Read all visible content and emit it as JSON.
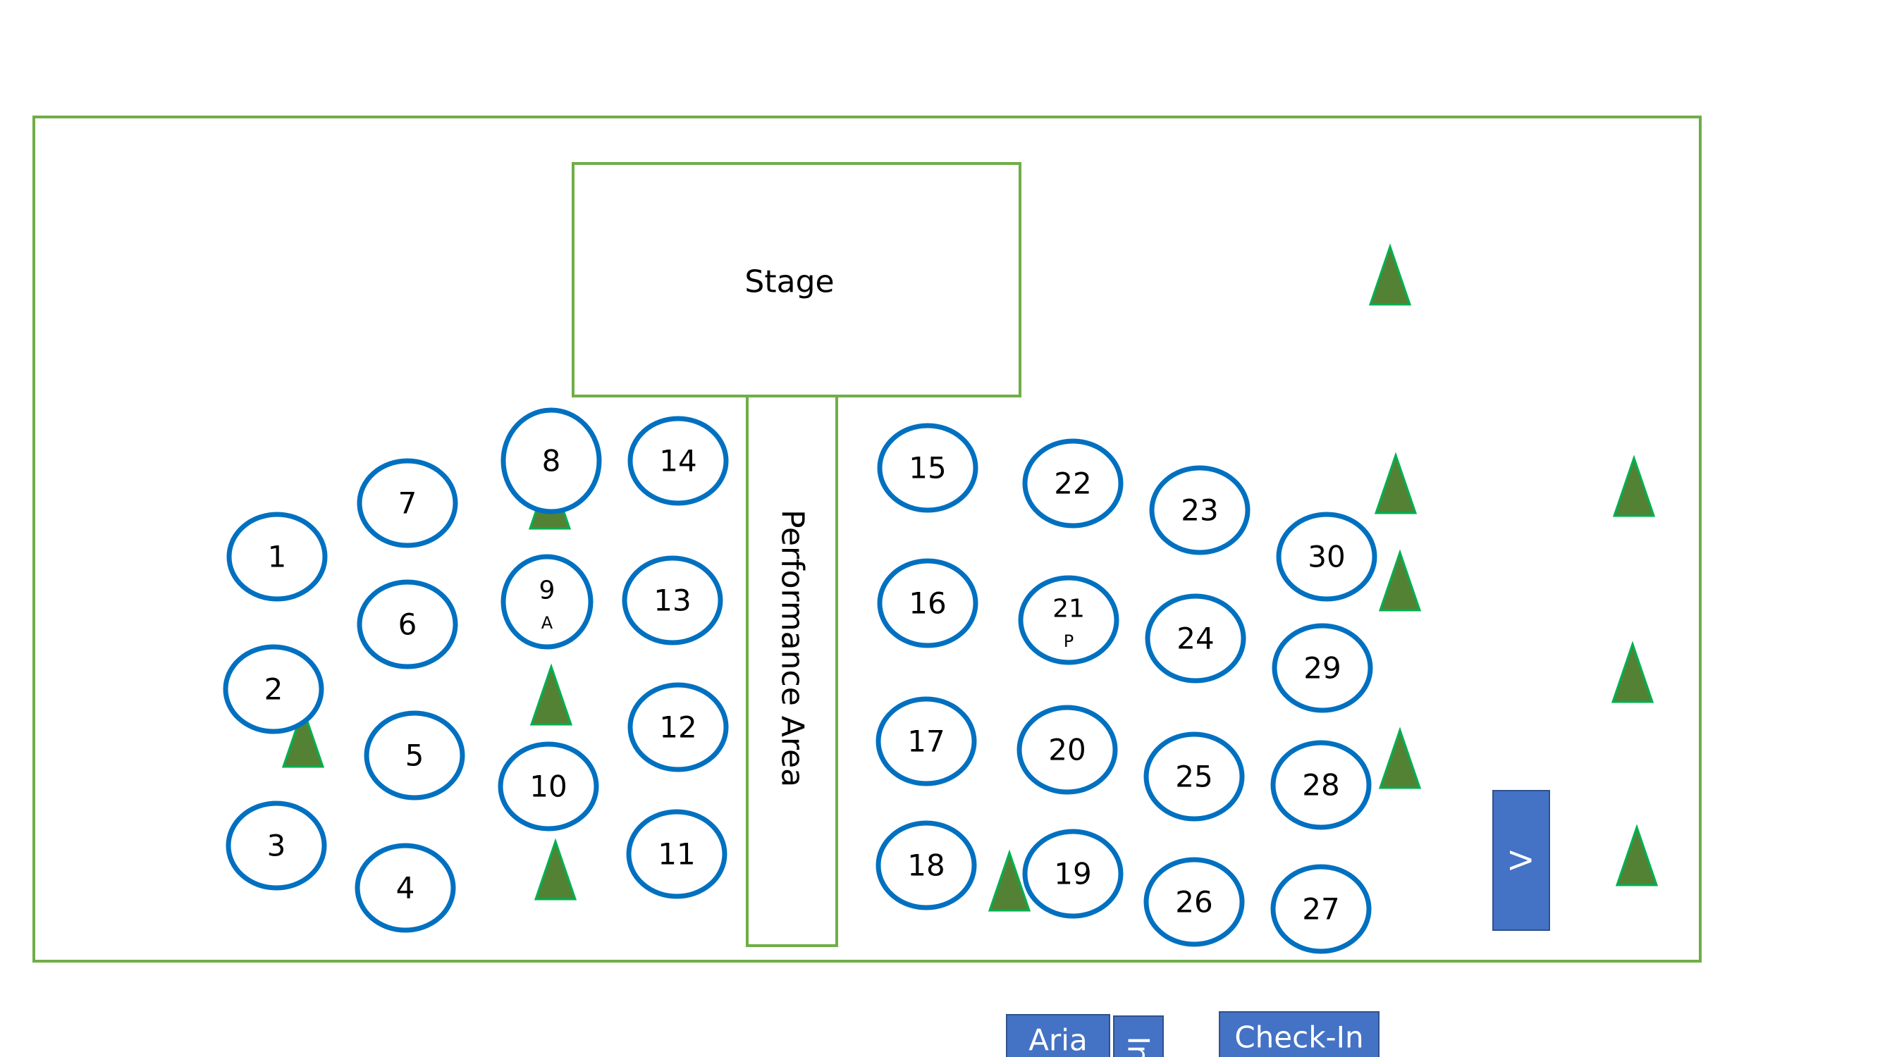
{
  "stage": {
    "label": "Stage"
  },
  "performance_area": {
    "label": "Performance Area"
  },
  "tables": [
    {
      "number": "1"
    },
    {
      "number": "2"
    },
    {
      "number": "3"
    },
    {
      "number": "4"
    },
    {
      "number": "5"
    },
    {
      "number": "6"
    },
    {
      "number": "7"
    },
    {
      "number": "8"
    },
    {
      "number": "9",
      "sub": "A"
    },
    {
      "number": "10"
    },
    {
      "number": "11"
    },
    {
      "number": "12"
    },
    {
      "number": "13"
    },
    {
      "number": "14"
    },
    {
      "number": "15"
    },
    {
      "number": "16"
    },
    {
      "number": "17"
    },
    {
      "number": "18"
    },
    {
      "number": "19"
    },
    {
      "number": "20"
    },
    {
      "number": "21",
      "sub": "P"
    },
    {
      "number": "22"
    },
    {
      "number": "23"
    },
    {
      "number": "24"
    },
    {
      "number": "25"
    },
    {
      "number": "26"
    },
    {
      "number": "27"
    },
    {
      "number": "28"
    },
    {
      "number": "29"
    },
    {
      "number": "30"
    }
  ],
  "vendor": {
    "label": "V"
  },
  "entrance_boxes": [
    {
      "label": "Aria"
    },
    {
      "label": "In"
    },
    {
      "label": "Check-In"
    }
  ],
  "colors": {
    "outline": "#70ad47",
    "table_ring": "#0070c0",
    "tree": "#548235",
    "box_fill": "#4472c4"
  },
  "icons": {
    "tree": "tree-icon"
  }
}
